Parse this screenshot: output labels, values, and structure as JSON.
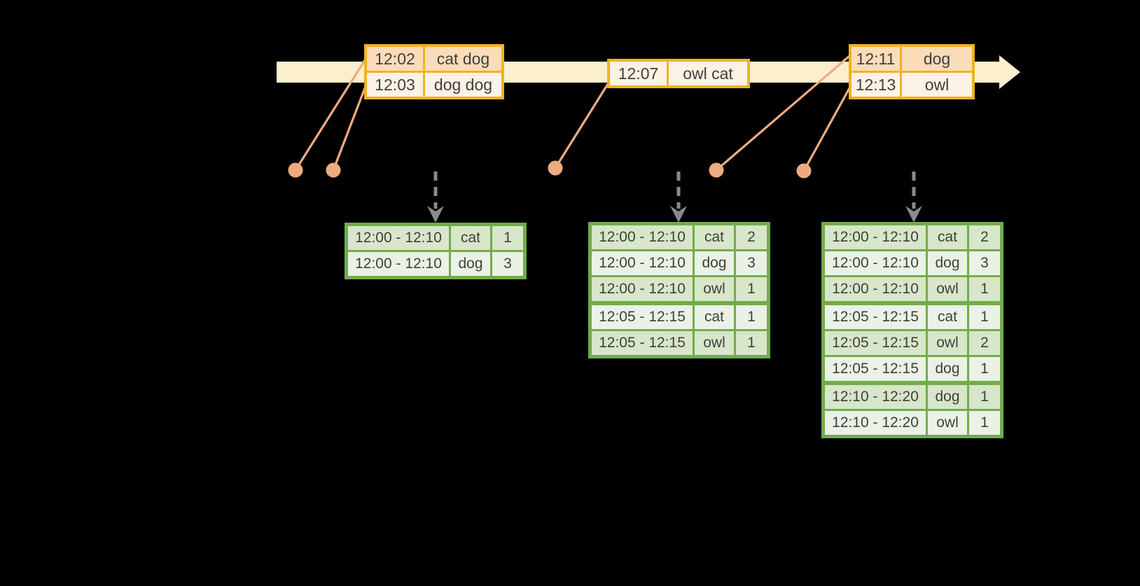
{
  "colors": {
    "background": "#000000",
    "timeline_band": "#fbefcd",
    "event_table_border": "#efb320",
    "event_row_peach": "#fadcb8",
    "event_row_cream": "#fdf2e4",
    "connector_salmon": "#edac80",
    "trigger_arrow_gray": "#8a8a8a",
    "result_table_border": "#72ac4c",
    "result_row_dark": "#d8e6c9",
    "result_row_light": "#ebf2e5",
    "text": "#3f3f3f"
  },
  "event_tables": [
    {
      "rows": [
        {
          "time": "12:02",
          "words": "cat dog"
        },
        {
          "time": "12:03",
          "words": "dog dog"
        }
      ]
    },
    {
      "rows": [
        {
          "time": "12:07",
          "words": "owl cat"
        }
      ]
    },
    {
      "rows": [
        {
          "time": "12:11",
          "words": "dog"
        },
        {
          "time": "12:13",
          "words": "owl"
        }
      ]
    }
  ],
  "result_tables": [
    {
      "rows": [
        {
          "window": "12:00 - 12:10",
          "word": "cat",
          "count": "1"
        },
        {
          "window": "12:00 - 12:10",
          "word": "dog",
          "count": "3"
        }
      ]
    },
    {
      "rows": [
        {
          "window": "12:00 - 12:10",
          "word": "cat",
          "count": "2"
        },
        {
          "window": "12:00 - 12:10",
          "word": "dog",
          "count": "3"
        },
        {
          "window": "12:00 - 12:10",
          "word": "owl",
          "count": "1"
        },
        {
          "window": "12:05 - 12:15",
          "word": "cat",
          "count": "1"
        },
        {
          "window": "12:05 - 12:15",
          "word": "owl",
          "count": "1"
        }
      ]
    },
    {
      "rows": [
        {
          "window": "12:00 - 12:10",
          "word": "cat",
          "count": "2"
        },
        {
          "window": "12:00 - 12:10",
          "word": "dog",
          "count": "3"
        },
        {
          "window": "12:00 - 12:10",
          "word": "owl",
          "count": "1"
        },
        {
          "window": "12:05 - 12:15",
          "word": "cat",
          "count": "1"
        },
        {
          "window": "12:05 - 12:15",
          "word": "owl",
          "count": "2"
        },
        {
          "window": "12:05 - 12:15",
          "word": "dog",
          "count": "1"
        },
        {
          "window": "12:10 - 12:20",
          "word": "dog",
          "count": "1"
        },
        {
          "window": "12:10 - 12:20",
          "word": "owl",
          "count": "1"
        }
      ]
    }
  ]
}
